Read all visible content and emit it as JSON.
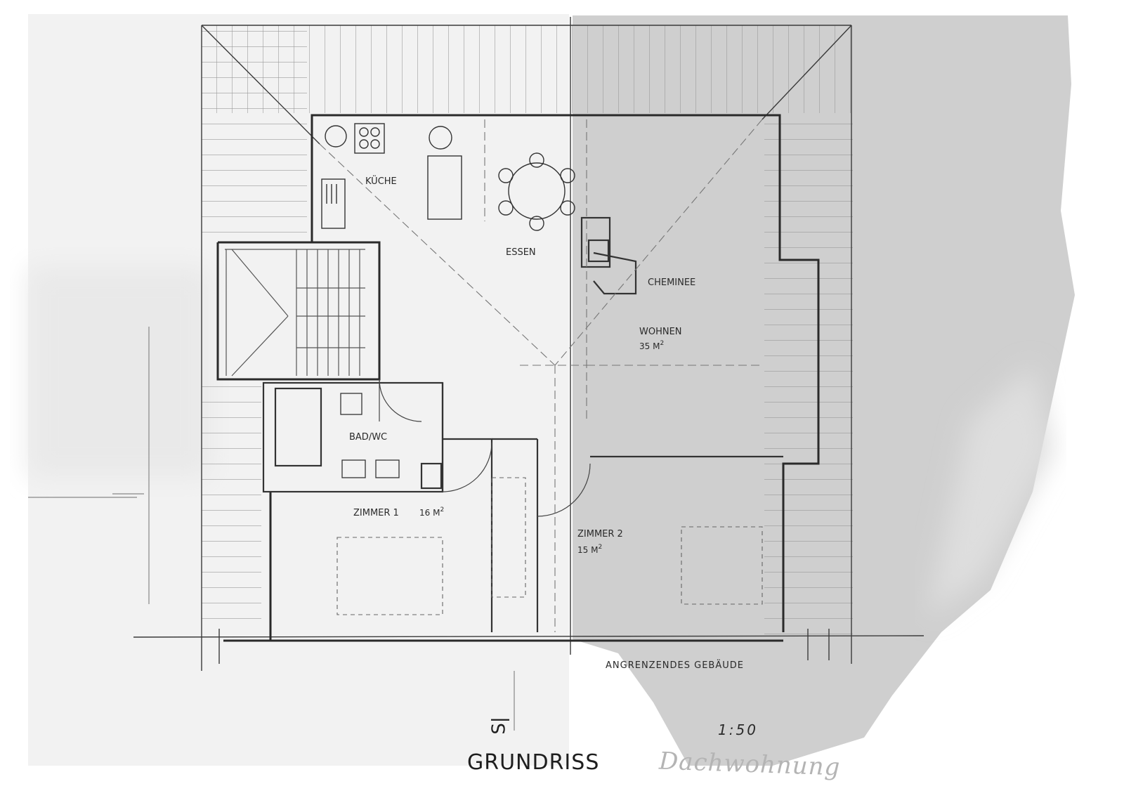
{
  "rooms": {
    "kitchen": "KÜCHE",
    "dining": "ESSEN",
    "fireplace": "CHEMINEE",
    "living": "WOHNEN",
    "living_area": "35 M",
    "bath": "BAD/WC",
    "room1": "ZIMMER 1",
    "room1_area": "16 M",
    "room2": "ZIMMER 2",
    "room2_area": "15 M",
    "area_exponent": "2"
  },
  "neighbor_label": "ANGRENZENDES GEBÄUDE",
  "section_mark": "S|",
  "title": "GRUNDRISS",
  "scale": "1:50",
  "handwritten_note": "Dachwohnung",
  "colors": {
    "paper": "#ffffff",
    "gray_stain": "#d4d4d4",
    "line": "#3a3a3a",
    "light_line": "#8a8a8a"
  }
}
